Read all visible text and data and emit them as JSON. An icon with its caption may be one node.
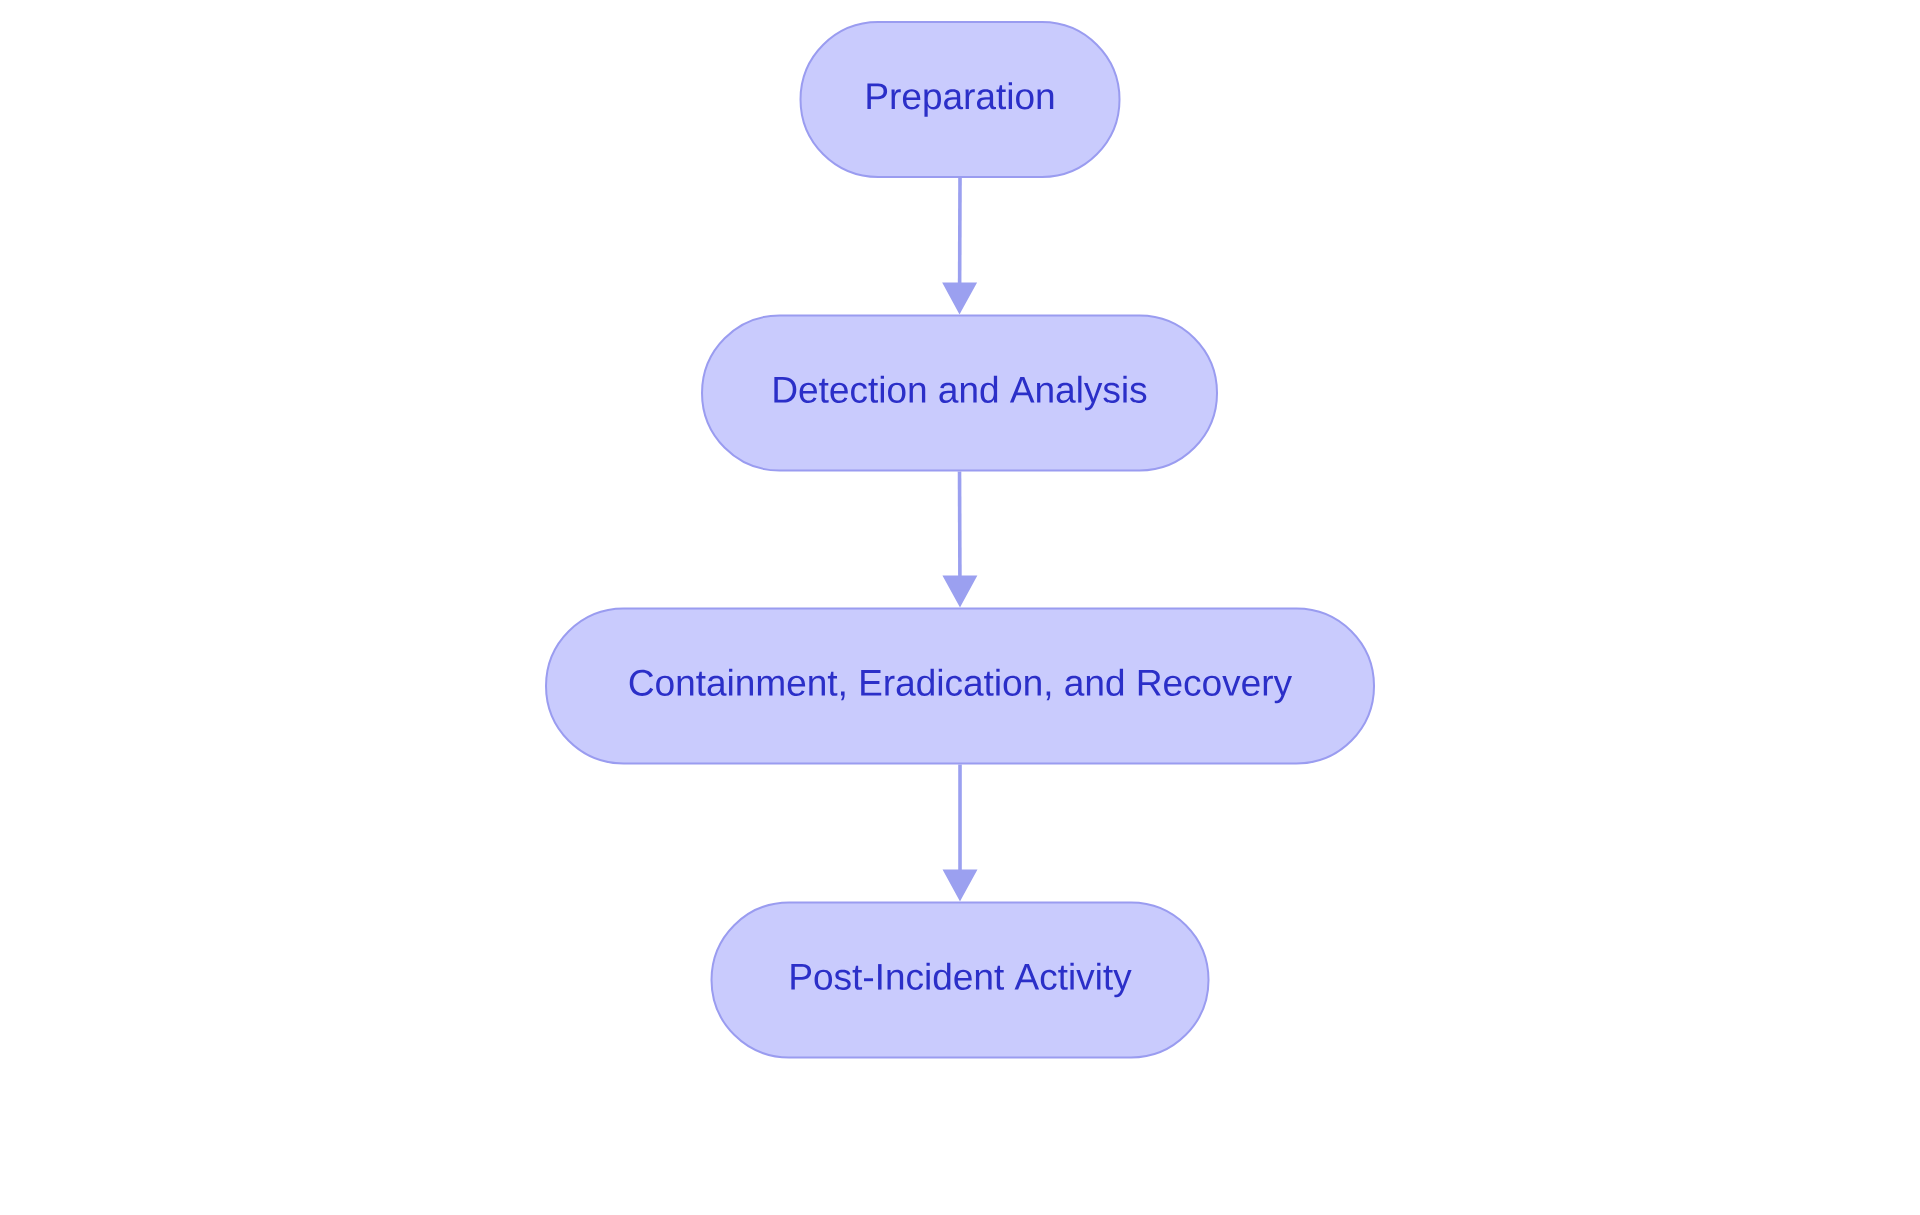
{
  "diagram": {
    "nodes": [
      {
        "text": [
          "Preparation"
        ]
      },
      {
        "text": [
          "Detection and Analysis"
        ]
      },
      {
        "text": [
          "Containment, Eradication, and Recovery"
        ]
      },
      {
        "text": [
          "Post-Incident Activity"
        ]
      }
    ],
    "edges": [
      {
        "from": 0,
        "to": 1,
        "arrow": "to"
      },
      {
        "from": 1,
        "to": 2,
        "arrow": "to"
      },
      {
        "from": 2,
        "to": 3,
        "arrow": "to"
      }
    ]
  }
}
